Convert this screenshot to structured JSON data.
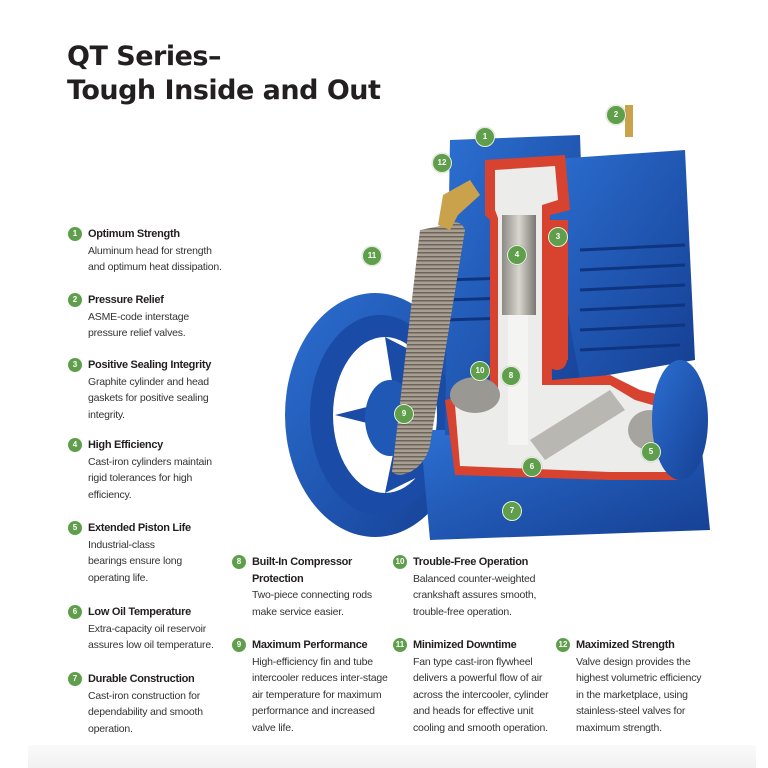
{
  "title": {
    "line1": "QT Series–",
    "line2": "Tough Inside and Out"
  },
  "colors": {
    "badge_green": "#5f9e4b",
    "pump_blue": "#1d55b3",
    "cutaway_red": "#d8432f",
    "text": "#231f20"
  },
  "features": [
    {
      "num": "1",
      "name": "Optimum Strength",
      "desc": [
        "Aluminum head for strength",
        "and optimum heat dissipation."
      ]
    },
    {
      "num": "2",
      "name": "Pressure Relief",
      "desc": [
        "ASME-code interstage",
        "pressure relief valves."
      ]
    },
    {
      "num": "3",
      "name": "Positive Sealing Integrity",
      "desc": [
        "Graphite cylinder and head",
        "gaskets for positive sealing",
        "integrity."
      ]
    },
    {
      "num": "4",
      "name": "High Efficiency",
      "desc": [
        "Cast-iron cylinders maintain",
        "rigid tolerances for high",
        "efficiency."
      ]
    },
    {
      "num": "5",
      "name": "Extended Piston Life",
      "desc": [
        "Industrial-class",
        "bearings ensure long",
        "operating life."
      ]
    },
    {
      "num": "6",
      "name": "Low Oil Temperature",
      "desc": [
        "Extra-capacity oil reservoir",
        "assures low oil temperature."
      ]
    },
    {
      "num": "7",
      "name": "Durable Construction",
      "desc": [
        "Cast-iron construction for",
        "dependability and smooth",
        "operation."
      ]
    },
    {
      "num": "8",
      "name": "Built-In Compressor Protection",
      "name_lines": [
        "Built-In Compressor",
        "Protection"
      ],
      "desc": [
        "Two-piece connecting rods",
        "make service easier."
      ]
    },
    {
      "num": "9",
      "name": "Maximum Performance",
      "desc": [
        "High-efficiency fin and tube",
        "intercooler reduces inter-stage",
        "air temperature for maximum",
        "performance and increased",
        "valve life."
      ]
    },
    {
      "num": "10",
      "name": "Trouble-Free Operation",
      "desc": [
        "Balanced counter-weighted",
        "crankshaft assures smooth,",
        "trouble-free operation."
      ]
    },
    {
      "num": "11",
      "name": "Minimized Downtime",
      "desc": [
        "Fan type cast-iron flywheel",
        "delivers a powerful flow of air",
        "across the intercooler, cylinder",
        "and heads for effective unit",
        "cooling and smooth operation."
      ]
    },
    {
      "num": "12",
      "name": "Maximized Strength",
      "desc": [
        "Valve design provides the",
        "highest volumetric efficiency",
        "in the marketplace, using",
        "stainless-steel valves for",
        "maximum strength."
      ]
    }
  ],
  "image": {
    "alt": "Cutaway illustration of QT Series two-stage air compressor pump",
    "markers": [
      "1",
      "2",
      "3",
      "4",
      "5",
      "6",
      "7",
      "8",
      "9",
      "10",
      "11",
      "12"
    ]
  }
}
